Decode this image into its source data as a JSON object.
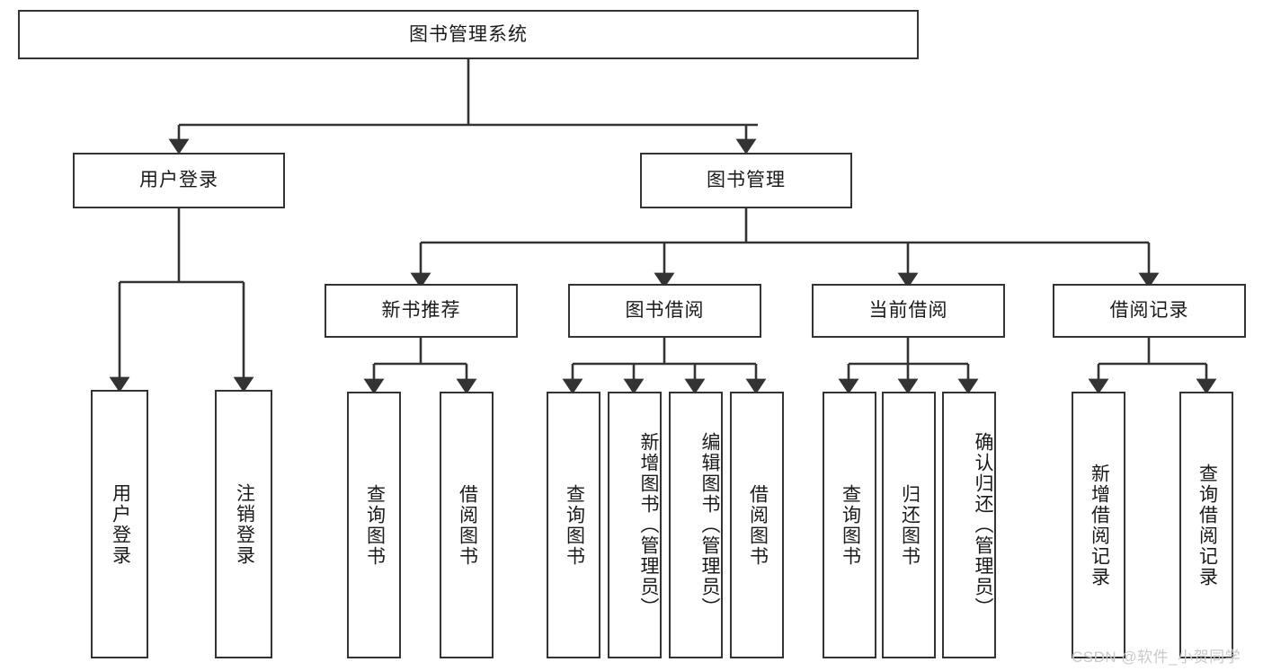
{
  "diagram": {
    "title": "图书管理系统",
    "type": "hierarchy-tree",
    "root": {
      "label": "图书管理系统"
    },
    "level2": [
      {
        "label": "用户登录"
      },
      {
        "label": "图书管理"
      }
    ],
    "level3": [
      {
        "label": "新书推荐"
      },
      {
        "label": "图书借阅"
      },
      {
        "label": "当前借阅"
      },
      {
        "label": "借阅记录"
      }
    ],
    "leaves": {
      "user_login": [
        {
          "label": "用户登录"
        },
        {
          "label": "注销登录"
        }
      ],
      "new_book_recommend": [
        {
          "label": "查询图书"
        },
        {
          "label": "借阅图书"
        }
      ],
      "book_borrow": [
        {
          "label": "查询图书"
        },
        {
          "label": "新增图书（管理员）"
        },
        {
          "label": "编辑图书（管理员）"
        },
        {
          "label": "借阅图书"
        }
      ],
      "current_borrow": [
        {
          "label": "查询图书"
        },
        {
          "label": "归还图书"
        },
        {
          "label": "确认归还（管理员）"
        }
      ],
      "borrow_record": [
        {
          "label": "新增借阅记录"
        },
        {
          "label": "查询借阅记录"
        }
      ]
    }
  },
  "watermark": {
    "text": "CSDN @软件_小贺同学"
  },
  "colors": {
    "border": "#333333",
    "background": "#ffffff",
    "text": "#1a1a1a",
    "watermark": "#c9c9c9"
  }
}
